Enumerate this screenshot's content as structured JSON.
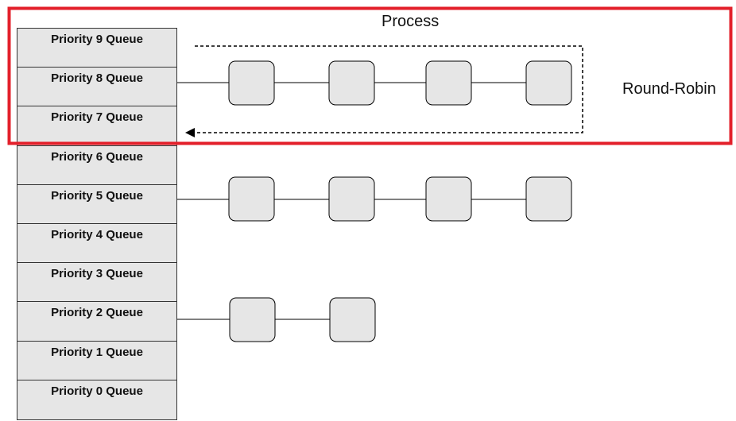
{
  "diagram": {
    "process_label": "Process",
    "policy_label": "Round-Robin",
    "queues": [
      {
        "label": "Priority 9 Queue",
        "process_count": 0
      },
      {
        "label": "Priority 8 Queue",
        "process_count": 4
      },
      {
        "label": "Priority 7 Queue",
        "process_count": 0
      },
      {
        "label": "Priority 6 Queue",
        "process_count": 0
      },
      {
        "label": "Priority 5 Queue",
        "process_count": 4
      },
      {
        "label": "Priority 4 Queue",
        "process_count": 0
      },
      {
        "label": "Priority 3 Queue",
        "process_count": 0
      },
      {
        "label": "Priority 2 Queue",
        "process_count": 2
      },
      {
        "label": "Priority 1 Queue",
        "process_count": 0
      },
      {
        "label": "Priority 0 Queue",
        "process_count": 0
      }
    ],
    "colors": {
      "highlight": "#e3202b",
      "queue_fill": "#e6e6e6",
      "process_fill": "#e6e6e6",
      "line": "#000000"
    }
  }
}
